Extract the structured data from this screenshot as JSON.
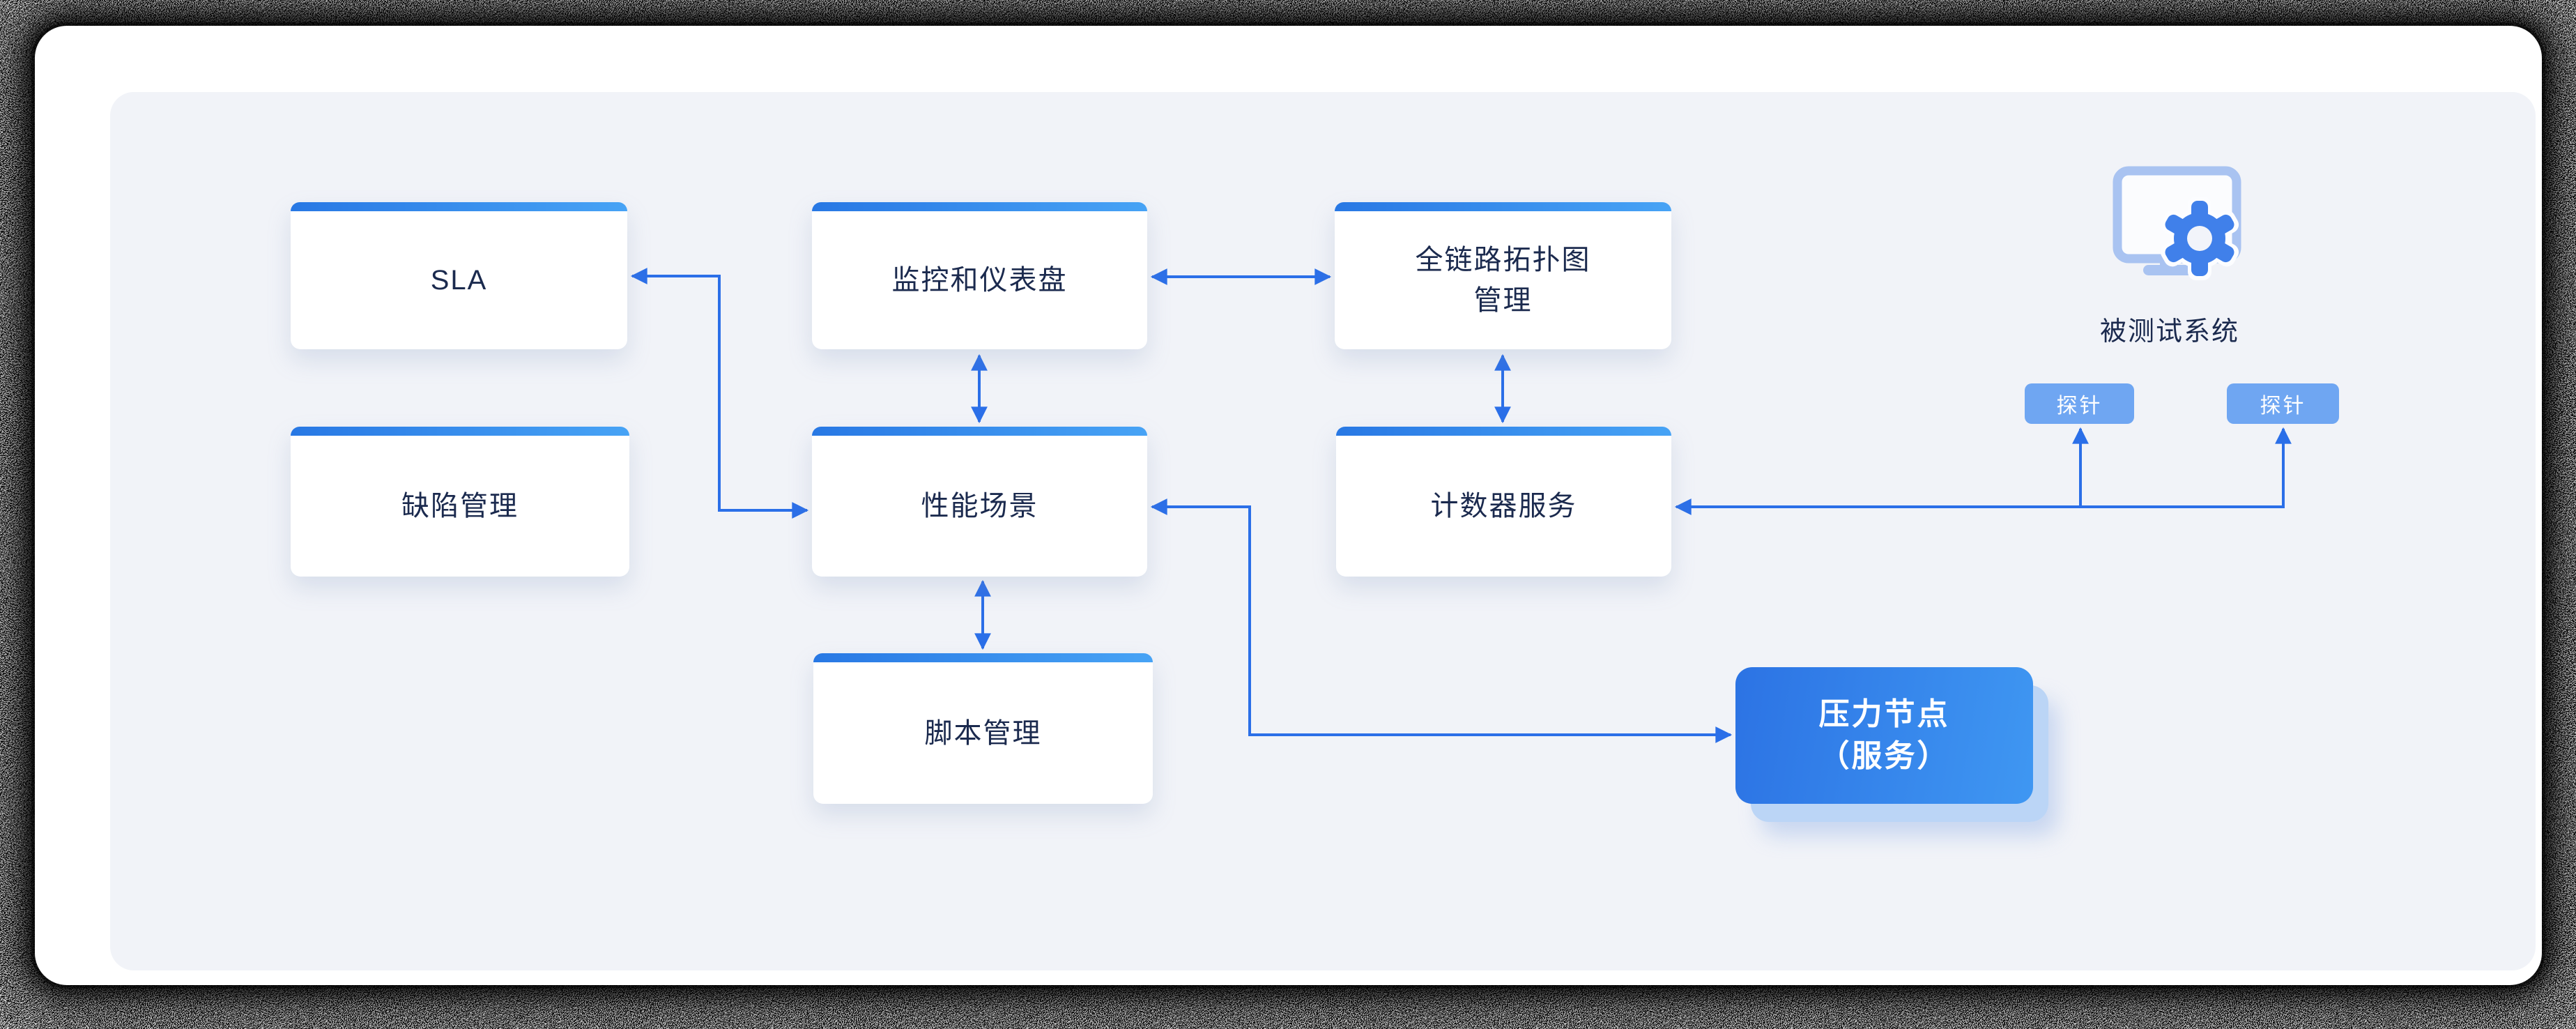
{
  "diagram": {
    "nodes": {
      "sla": {
        "label": "SLA"
      },
      "defect_management": {
        "label": "缺陷管理"
      },
      "monitoring_dashboard": {
        "label": "监控和仪表盘"
      },
      "performance_scenario": {
        "label": "性能场景"
      },
      "script_management": {
        "label": "脚本管理"
      },
      "topology_management": {
        "line1": "全链路拓扑图",
        "line2": "管理"
      },
      "counter_service": {
        "label": "计数器服务"
      },
      "pressure_node": {
        "line1": "压力节点",
        "line2": "（服务）"
      }
    },
    "system_under_test": {
      "label": "被测试系统",
      "icon": "monitor-gear-icon"
    },
    "probes": [
      {
        "label": "探针"
      },
      {
        "label": "探针"
      }
    ],
    "colors": {
      "connector_blue": "#2B6FE8",
      "node_bar_gradient_start": "#2878E4",
      "node_bar_gradient_end": "#47A3F5",
      "pressure_gradient_start": "#2C73E4",
      "pressure_gradient_end": "#3F97F2",
      "pressure_ghost": "#8EBCF4",
      "probe_badge": "#6FA6F2",
      "label_navy": "#1B2A4E",
      "panel_bg": "#F1F3F8",
      "icon_monitor_light_blue": "#A9C3F1",
      "icon_gear_blue": "#4080EA"
    }
  }
}
